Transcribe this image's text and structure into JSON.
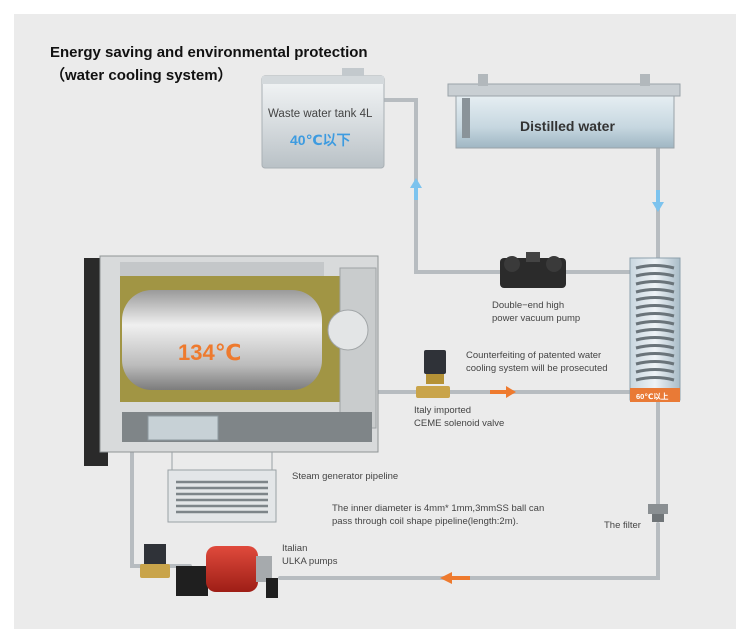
{
  "title": {
    "line1": "Energy saving and environmental protection",
    "line2": "（water cooling system）"
  },
  "waste_tank": {
    "label": "Waste water tank 4L",
    "temp": "40℃以下"
  },
  "distilled_tank": {
    "label": "Distilled water"
  },
  "boiler": {
    "temp": "134℃"
  },
  "vacuum_pump": {
    "label_line1": "Double−end high",
    "label_line2": "power vacuum pump"
  },
  "notice": {
    "line1": "Counterfeiting of patented water",
    "line2": "cooling system will be prosecuted"
  },
  "solenoid": {
    "line1": "Italy imported",
    "line2": "CEME solenoid valve"
  },
  "cooling_coil": {
    "temp": "60℃以上"
  },
  "steam_pipeline": {
    "label": "Steam generator pipeline"
  },
  "inner_diameter": {
    "line1": "The inner diameter is 4mm* 1mm,3mmSS ball can",
    "line2": "pass through coil shape pipeline(length:2m)."
  },
  "filter": {
    "label": "The filter"
  },
  "ulka_pump": {
    "line1": "Italian",
    "line2": "ULKA pumps"
  },
  "colors": {
    "flow_arrow": "#ee7a2e",
    "cold_arrow": "#7cc3ee",
    "accent_text": "#3d9be0"
  }
}
